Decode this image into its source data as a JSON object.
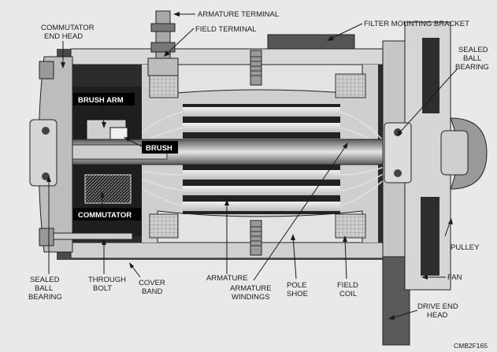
{
  "labels": {
    "armature_terminal": "ARMATURE TERMINAL",
    "field_terminal": "FIELD TERMINAL",
    "filter_mounting_bracket": "FILTER MOUNTING BRACKET",
    "commutator_end_head_1": "COMMUTATOR",
    "commutator_end_head_2": "END HEAD",
    "sealed_ball_bearing_right_1": "SEALED",
    "sealed_ball_bearing_right_2": "BALL",
    "sealed_ball_bearing_right_3": "BEARING",
    "brush_arm": "BRUSH ARM",
    "brush": "BRUSH",
    "commutator": "COMMUTATOR",
    "pulley": "PULLEY",
    "fan": "FAN",
    "sealed_ball_bearing_left_1": "SEALED",
    "sealed_ball_bearing_left_2": "BALL",
    "sealed_ball_bearing_left_3": "BEARING",
    "through_bolt_1": "THROUGH",
    "through_bolt_2": "BOLT",
    "cover_band_1": "COVER",
    "cover_band_2": "BAND",
    "armature": "ARMATURE",
    "armature_windings_1": "ARMATURE",
    "armature_windings_2": "WINDINGS",
    "pole_shoe_1": "POLE",
    "pole_shoe_2": "SHOE",
    "field_coil_1": "FIELD",
    "field_coil_2": "COIL",
    "drive_end_head_1": "DRIVE END",
    "drive_end_head_2": "HEAD",
    "figure_id": "CMB2F165"
  }
}
